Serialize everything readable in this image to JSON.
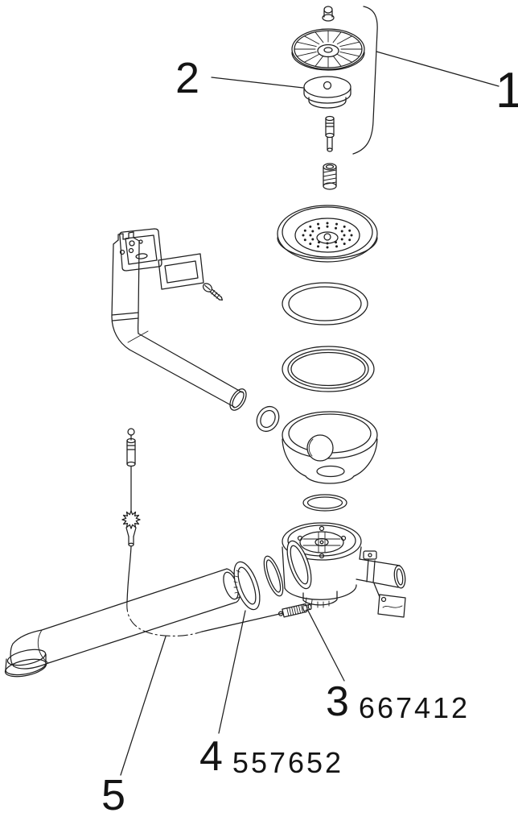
{
  "page": {
    "background_color": "#ffffff",
    "line_color": "#1e1e1e"
  },
  "callouts": {
    "part1": "1",
    "part2": "2",
    "part3": "3",
    "part3_code": "667412",
    "part4": "4",
    "part4_code": "557652",
    "part5": "5"
  }
}
